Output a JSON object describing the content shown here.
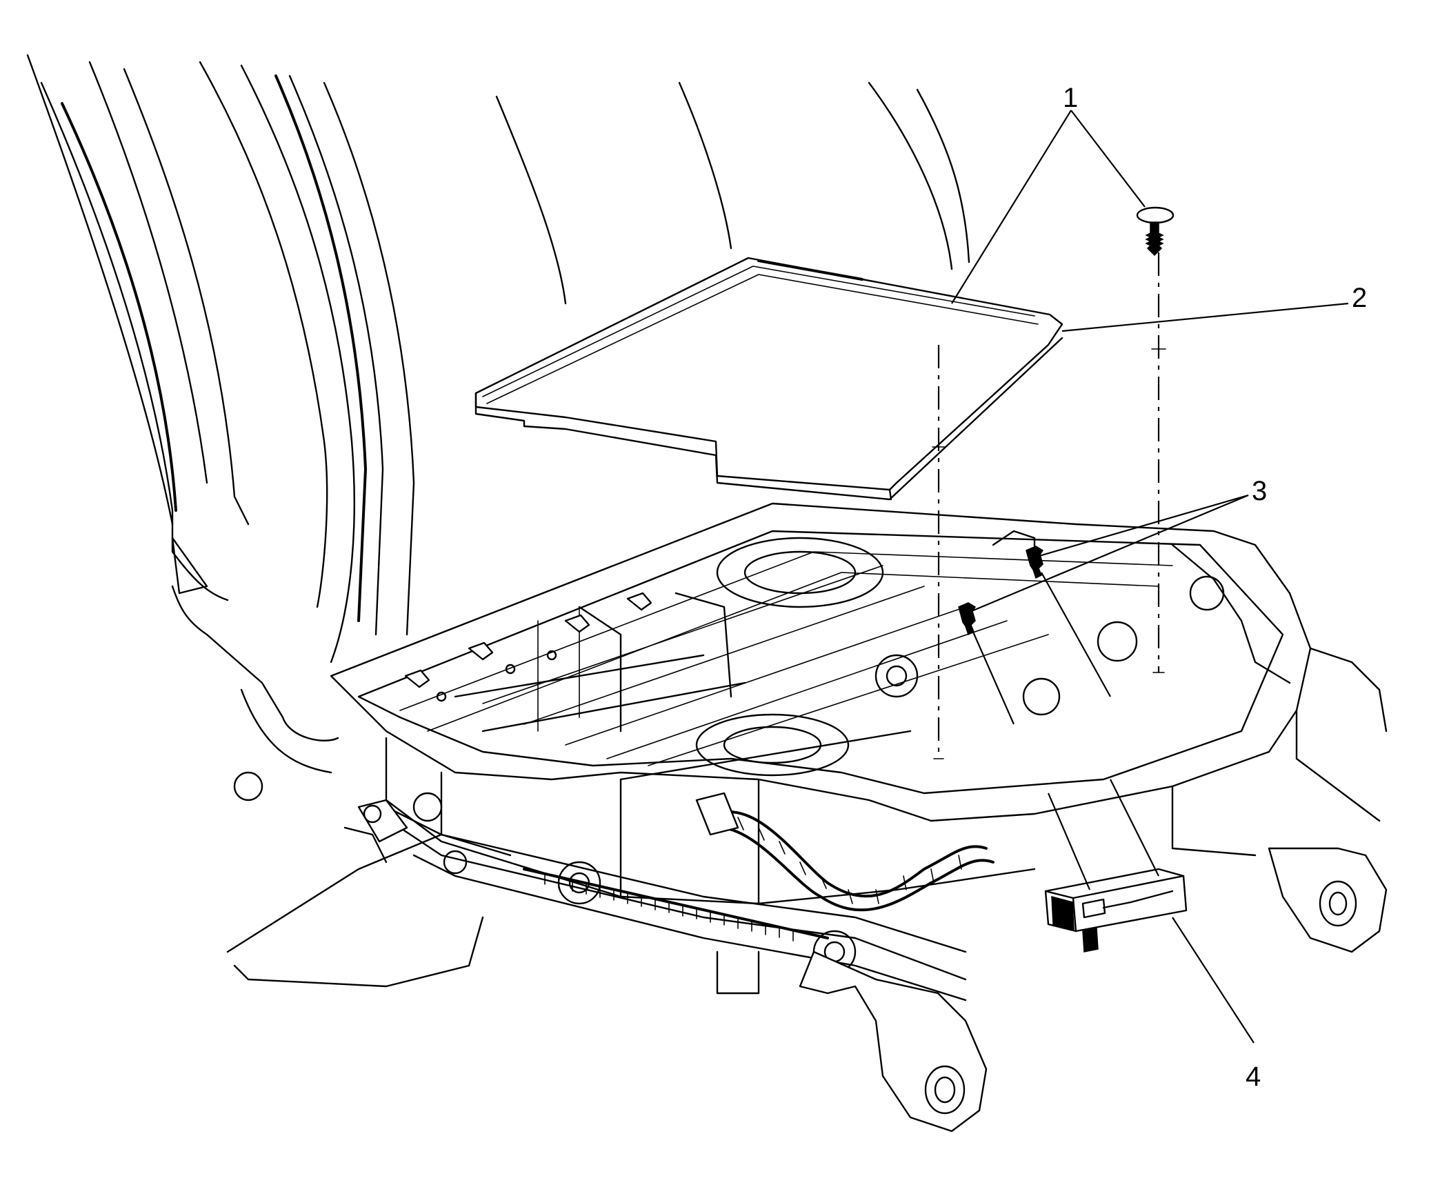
{
  "callouts": [
    {
      "id": "1",
      "label": "1"
    },
    {
      "id": "2",
      "label": "2"
    },
    {
      "id": "3",
      "label": "3"
    },
    {
      "id": "4",
      "label": "4"
    }
  ],
  "parts": {
    "fasteners_top": "push-pin-fastener-icon",
    "cover_panel": "seat-bottom-cover-panel",
    "fasteners_lower": "screw-fastener-icon",
    "module": "electronic-module"
  }
}
